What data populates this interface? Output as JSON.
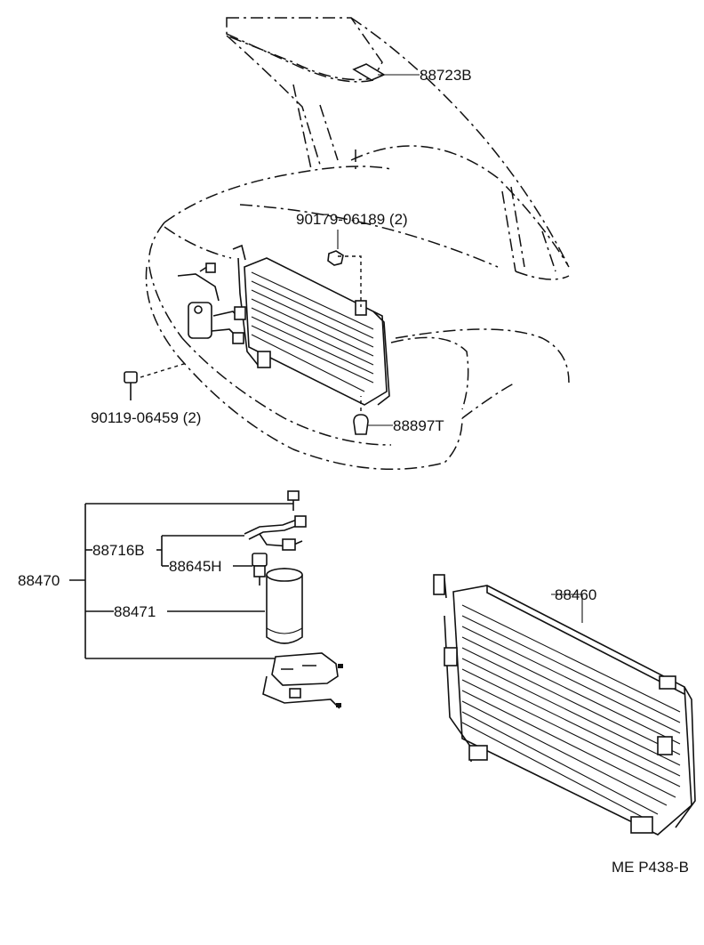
{
  "labels": {
    "hood_seal": "88723B",
    "bolt_upper": "90179-06189 (2)",
    "bolt_lower": "90119-06459 (2)",
    "cushion": "88897T",
    "receiver_assy": "88470",
    "pipe_set": "88716B",
    "pressure_switch": "88645H",
    "receiver": "88471",
    "condenser": "88460"
  },
  "footer": {
    "code": "ME P438-B"
  }
}
